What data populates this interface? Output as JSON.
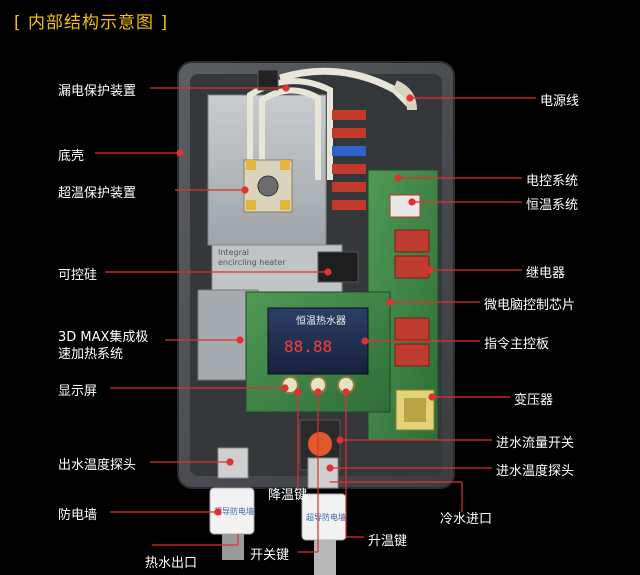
{
  "title": "[ 内部结构示意图 ]",
  "labels": {
    "leakage_protection": "漏电保护装置",
    "bottom_shell": "底壳",
    "overheat_protection": "超温保护装置",
    "thyristor": "可控硅",
    "heating_system_line1": "3D MAX集成极",
    "heating_system_line2": "速加热系统",
    "display": "显示屏",
    "outlet_temp_probe": "出水温度探头",
    "anti_shock_wall": "防电墙",
    "hot_water_outlet": "热水出口",
    "temp_down_key": "降温键",
    "power_key": "开关键",
    "temp_up_key": "升温键",
    "cold_water_inlet": "冷水进口",
    "power_cord": "电源线",
    "electric_control": "电控系统",
    "thermostat": "恒温系统",
    "relay": "继电器",
    "mcu_chip": "微电脑控制芯片",
    "main_board": "指令主控板",
    "transformer": "变压器",
    "flow_switch": "进水流量开关",
    "inlet_temp_probe": "进水温度探头"
  },
  "device": {
    "heater_text_1": "Integral",
    "heater_text_2": "encircling heater",
    "lcd_title": "恒温热水器",
    "lcd_digits": "88.88",
    "label_text": "超导防电墙"
  },
  "colors": {
    "accent_title": "#f2c200",
    "leader_line": "#e03030",
    "text": "#ffffff",
    "pcb_green": "#3f8f4a",
    "shell_grey": "#4a4d50"
  }
}
